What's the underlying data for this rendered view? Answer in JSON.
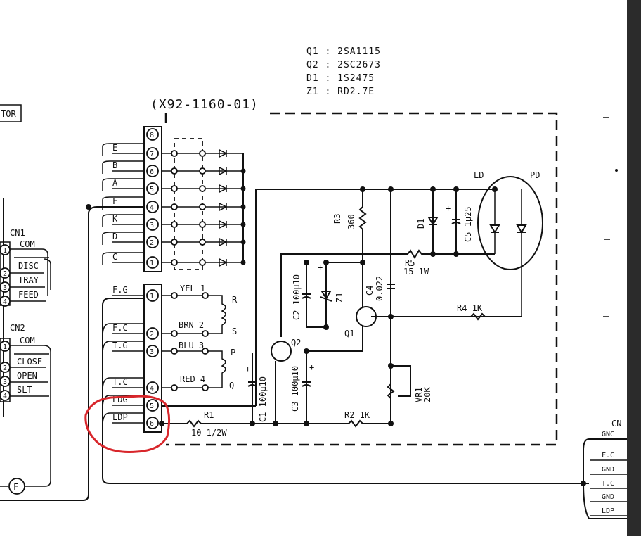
{
  "legend": {
    "q1": "Q1  :  2SA1115",
    "q2": "Q2  :  2SC2673",
    "d1": "D1  :  1S2475",
    "z1": "Z1  :  RD2.7E"
  },
  "board_id": "(X92-1160-01)",
  "left_box_label": "TOR",
  "cn1": {
    "title": "CN1",
    "pins": [
      "COM",
      "DISC",
      "TRAY",
      "FEED"
    ],
    "numbers": [
      "1",
      "2",
      "3",
      "4"
    ]
  },
  "cn2": {
    "title": "CN2",
    "pins": [
      "COM",
      "CLOSE",
      "OPEN",
      "SLT"
    ],
    "numbers": [
      "1",
      "2",
      "3",
      "4"
    ]
  },
  "f_node": "F",
  "connector_upper": {
    "numbers": [
      "8",
      "7",
      "6",
      "5",
      "4",
      "3",
      "2",
      "1"
    ],
    "labels": [
      "E",
      "B",
      "A",
      "F",
      "K",
      "D",
      "C"
    ]
  },
  "connector_lower": {
    "numbers": [
      "1",
      "2",
      "3",
      "4",
      "5",
      "6"
    ],
    "labels": [
      "F.G",
      "F.C",
      "T.G",
      "T.C",
      "LDG",
      "LDP"
    ]
  },
  "coils": [
    {
      "wire": "YEL  1",
      "end": "R"
    },
    {
      "wire": "BRN  2",
      "end": "S"
    },
    {
      "wire": "BLU  3",
      "end": "P"
    },
    {
      "wire": "RED  4",
      "end": "Q"
    }
  ],
  "components": {
    "r1": "R1",
    "r1_val": "10  1/2W",
    "r2": "R2  1K",
    "r3": "R3",
    "r3_val": "360",
    "r4": "R4  1K",
    "r5": "R5",
    "r5_val": "15  1W",
    "c1": "C1 100μ10",
    "c2": "C2 100μ10",
    "c3": "C3 100μ10",
    "c4": "C4",
    "c4_val": "0.022",
    "c5": "C5  1μ25",
    "d1": "D1",
    "z1": "Z1",
    "q1": "Q1",
    "q2": "Q2",
    "vr1": "VR1",
    "vr1_val": "20K",
    "plus": "+",
    "ld": "LD",
    "pd": "PD"
  },
  "right_connector": {
    "title": "CN",
    "labels": [
      "GNC",
      "F.C",
      "GND",
      "T.C",
      "GND",
      "LDP"
    ]
  },
  "highlight_color": "#d8262b"
}
